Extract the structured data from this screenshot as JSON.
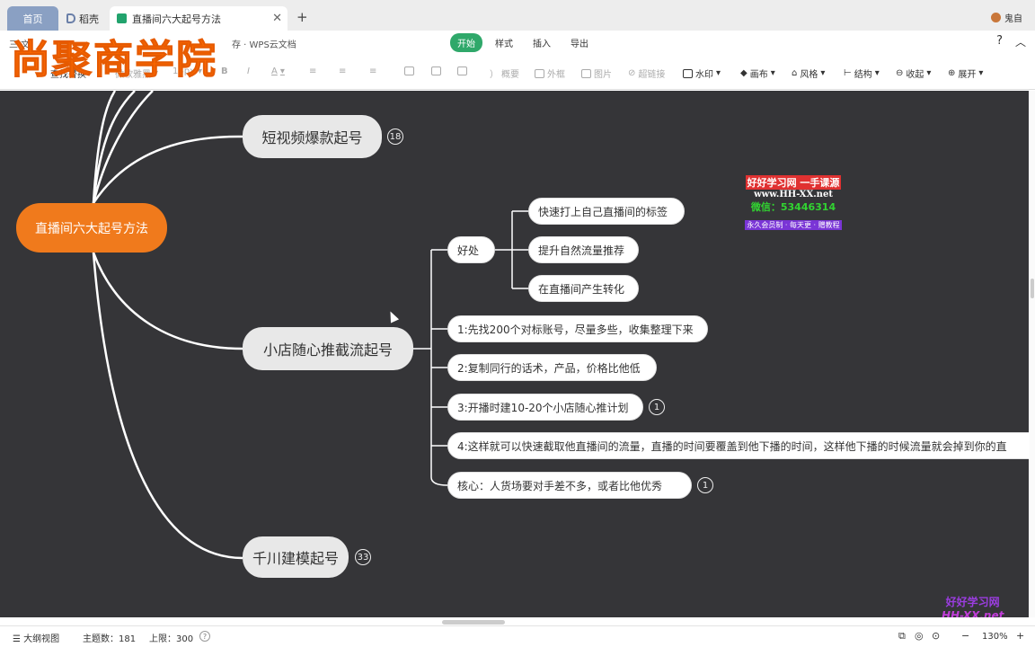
{
  "tabs": {
    "home": "首页",
    "daoke": "稻壳",
    "doc_title": "直播间六大起号方法",
    "close": "✕",
    "add": "+"
  },
  "user": {
    "name": "鬼自"
  },
  "menubar": {
    "left_label": "三 文",
    "save_label": "存 · WPS云文档",
    "tabs": [
      {
        "label": "开始",
        "active": true
      },
      {
        "label": "样式",
        "active": false
      },
      {
        "label": "插入",
        "active": false
      },
      {
        "label": "导出",
        "active": false
      }
    ],
    "help": "?",
    "collapse": "︿"
  },
  "watermark": "尚聚商学院",
  "toolbar": {
    "find_replace": "查找替换",
    "font": "微软雅黑",
    "size": "14px",
    "bold": "B",
    "italic": "I",
    "font_color": "A",
    "outline": "概要",
    "border": "外框",
    "image": "图片",
    "hyperlink": "超链接",
    "watermark": "水印",
    "canvas": "画布",
    "style": "风格",
    "structure": "结构",
    "fold": "收起",
    "expand": "展开"
  },
  "mindmap": {
    "root": "直播间六大起号方法",
    "branches": [
      {
        "label": "短视频爆款起号",
        "count": "18"
      },
      {
        "label": "小店随心推截流起号"
      },
      {
        "label": "千川建模起号",
        "count": "33"
      }
    ],
    "benefit_label": "好处",
    "benefits": [
      "快速打上自己直播间的标签",
      "提升自然流量推荐",
      "在直播间产生转化"
    ],
    "steps": [
      {
        "label": "1:先找200个对标账号，尽量多些，收集整理下来"
      },
      {
        "label": "2:复制同行的话术，产品，价格比他低"
      },
      {
        "label": "3:开播时建10-20个小店随心推计划",
        "count": "1"
      },
      {
        "label": "4:这样就可以快速截取他直播间的流量，直播的时间要覆盖到他下播的时间，这样他下播的时候流量就会掉到你的直"
      },
      {
        "label": "核心：人货场要对手差不多，或者比他优秀",
        "count": "1"
      }
    ]
  },
  "stamp": {
    "line1": "好好学习网  一手课源",
    "line2": "www.HH-XX.net",
    "line3": "微信：53446314",
    "line4": "永久会员制 · 每天更 · 赠教程"
  },
  "logo2": {
    "line1": "好好学习网",
    "line2": "HH-XX.net"
  },
  "status": {
    "outline_view": "大纲视图",
    "topic_count": "主题数：181",
    "limit": "上限：300",
    "zoom": "130%",
    "zoom_minus": "−",
    "zoom_plus": "+"
  },
  "colors": {
    "canvas_bg": "#353538",
    "root": "#f07a1c",
    "accent_green": "#2fa86a"
  }
}
